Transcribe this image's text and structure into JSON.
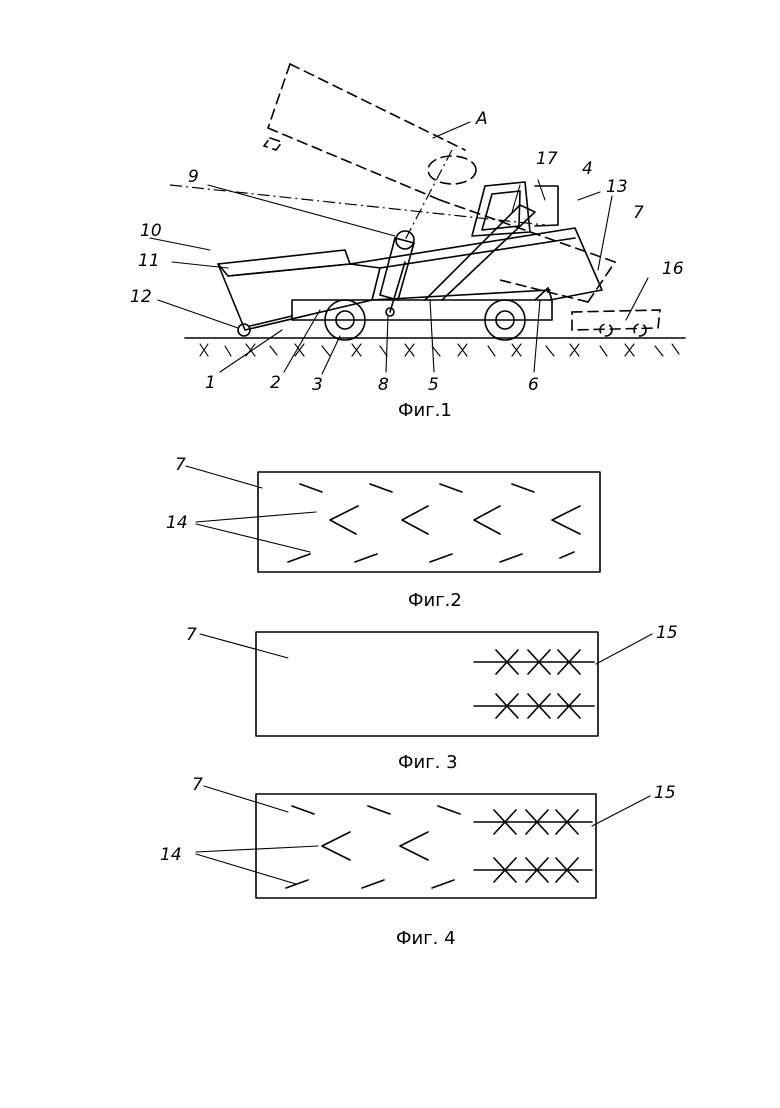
{
  "fig1": {
    "caption": "Фиг.1",
    "labels": {
      "A": "A",
      "n1": "1",
      "n2": "2",
      "n3": "3",
      "n4": "4",
      "n5": "5",
      "n6": "6",
      "n7": "7",
      "n8": "8",
      "n9": "9",
      "n10": "10",
      "n11": "11",
      "n12": "12",
      "n13": "13",
      "n16": "16",
      "n17": "17"
    }
  },
  "fig2": {
    "caption": "Фиг.2",
    "labels": {
      "n7": "7",
      "n14": "14"
    }
  },
  "fig3": {
    "caption": "Фиг. 3",
    "labels": {
      "n7": "7",
      "n15": "15"
    }
  },
  "fig4": {
    "caption": "Фиг. 4",
    "labels": {
      "n7": "7",
      "n14": "14",
      "n15": "15"
    }
  }
}
